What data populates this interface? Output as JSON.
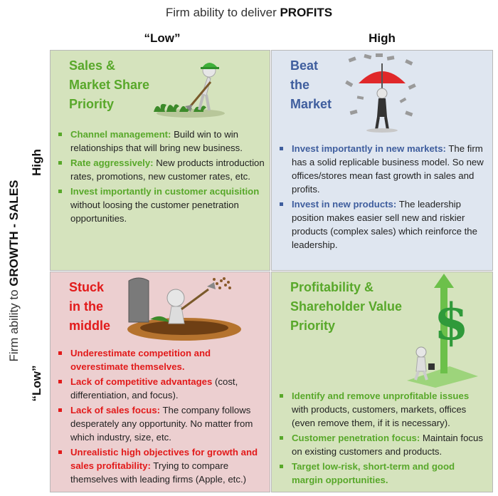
{
  "header": {
    "title_prefix": "Firm ability to deliver ",
    "title_bold": "PROFITS",
    "col_low": "“Low”",
    "col_high": "High"
  },
  "side": {
    "title_prefix": "Firm ability to ",
    "title_bold": "GROWTH - SALES",
    "row_high": "High",
    "row_low": "“Low”"
  },
  "colors": {
    "green": "#58a82a",
    "blue": "#3f5e9e",
    "red": "#e21a1a",
    "green_bg": "#d5e3bd",
    "blue_bg": "#dfe6f0",
    "red_bg": "#eccfd0"
  },
  "quadrants": {
    "top_left": {
      "title": "Sales &\nMarket Share\nPriority",
      "icon": "gardener-icon",
      "bullets": [
        {
          "hl": "Channel management:",
          "text": " Build win to win relationships that will bring new business."
        },
        {
          "hl": "Rate aggressively:",
          "text": " New products introduction rates, promotions, new customer rates, etc."
        },
        {
          "hl": "Invest importantly in customer acquisition",
          "text": " without loosing the customer penetration opportunities."
        }
      ]
    },
    "top_right": {
      "title": "Beat\nthe\nMarket",
      "icon": "umbrella-money-icon",
      "bullets": [
        {
          "hl": "Invest importantly in new markets:",
          "text": " The firm has a solid replicable business model. So new offices/stores mean fast growth in sales and profits."
        },
        {
          "hl": "Invest in new products:",
          "text": " The leadership position makes easier sell new and riskier products (complex sales) which reinforce the leadership."
        }
      ]
    },
    "bottom_left": {
      "title": "Stuck\nin the\nmiddle",
      "icon": "grave-digger-icon",
      "bullets": [
        {
          "hl": "Underestimate competition and overestimate themselves.",
          "text": ""
        },
        {
          "hl": "Lack of competitive advantages",
          "text": " (cost, differentiation, and focus)."
        },
        {
          "hl": "Lack of sales focus:",
          "text": " The company follows desperately any opportunity. No matter from which industry, size, etc."
        },
        {
          "hl": "Unrealistic high objectives for growth and sales profitability:",
          "text": " Trying to compare themselves with leading firms (Apple, etc.)"
        }
      ]
    },
    "bottom_right": {
      "title": "Profitability &\nShareholder Value\nPriority",
      "icon": "dollar-growth-icon",
      "bullets": [
        {
          "hl": "Identify and remove unprofitable issues",
          "text": " with products, customers, markets, offices (even remove them, if it is necessary)."
        },
        {
          "hl": "Customer penetration focus:",
          "text": " Maintain focus on existing customers and products."
        },
        {
          "hl": "Target low-risk, short-term and good margin opportunities.",
          "text": ""
        }
      ]
    }
  }
}
